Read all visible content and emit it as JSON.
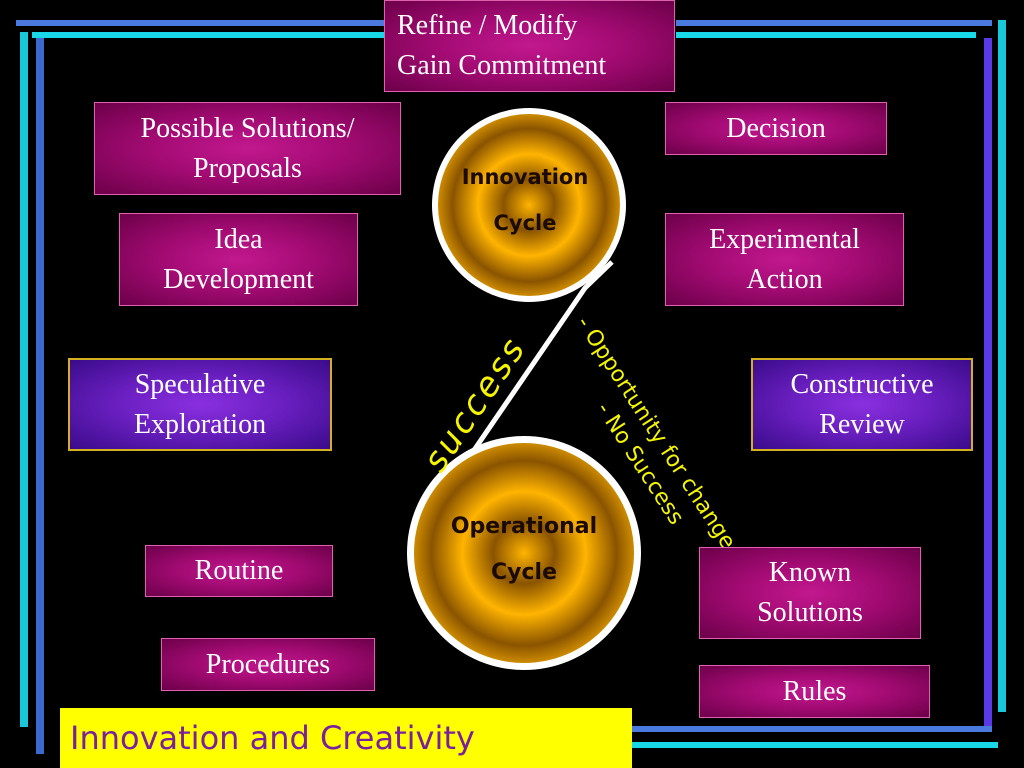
{
  "boxes": {
    "refine": [
      "Refine / Modify",
      "Gain Commitment"
    ],
    "possible_solutions": [
      "Possible Solutions/",
      "Proposals"
    ],
    "decision": [
      "Decision"
    ],
    "idea_development": [
      "Idea",
      "Development"
    ],
    "experimental_action": [
      "Experimental",
      "Action"
    ],
    "speculative_exploration": [
      "Speculative",
      "Exploration"
    ],
    "constructive_review": [
      "Constructive",
      "Review"
    ],
    "routine": [
      "Routine"
    ],
    "procedures": [
      "Procedures"
    ],
    "known_solutions": [
      "Known",
      "Solutions"
    ],
    "rules": [
      "Rules"
    ]
  },
  "cycles": {
    "innovation": [
      "Innovation",
      "Cycle"
    ],
    "operational": [
      "Operational",
      "Cycle"
    ]
  },
  "arrows": {
    "success": "success",
    "opportunity": "- Opportunity for change",
    "no_success": "- No Success"
  },
  "footer_title": "Innovation and Creativity",
  "colors": {
    "background": "#000000",
    "box_magenta": "#a30b73",
    "box_purple": "#6a1fc0",
    "slanted_text": "#f5f500",
    "footer_bg": "#ffff00",
    "footer_text": "#7a1fa0"
  }
}
